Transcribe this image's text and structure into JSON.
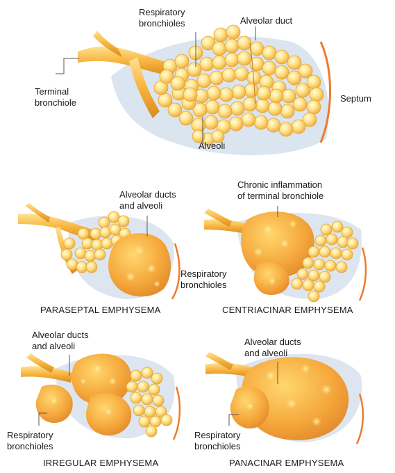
{
  "colors": {
    "airway_light": "#ffd978",
    "airway_mid": "#f6b23a",
    "airway_dark": "#d98a1e",
    "alveolus_light": "#fff2b0",
    "alveolus_mid": "#fbcf5a",
    "alveolus_edge": "#e3a234",
    "lesion_light": "#ffd36a",
    "lesion_mid": "#f3a53b",
    "lesion_dark": "#e0852a",
    "septum_line": "#ef7a2c",
    "shadow": "#c9d8e6",
    "leader_line": "#555555"
  },
  "panels": {
    "normal": {
      "labels": {
        "respiratory_bronchioles": "Respiratory\nbronchioles",
        "alveolar_duct": "Alveolar duct",
        "terminal_bronchiole": "Terminal\nbronchiole",
        "septum": "Septum",
        "alveoli": "Alveoli"
      }
    },
    "paraseptal": {
      "caption": "PARASEPTAL EMPHYSEMA",
      "labels": {
        "alveolar_ducts": "Alveolar ducts\nand alveoli",
        "respiratory_bronchioles": "Respiratory\nbronchioles"
      }
    },
    "centriacinar": {
      "caption": "CENTRIACINAR EMPHYSEMA",
      "labels": {
        "chronic_inflammation": "Chronic inflammation\nof terminal bronchiole"
      }
    },
    "irregular": {
      "caption": "IRREGULAR EMPHYSEMA",
      "labels": {
        "alveolar_ducts": "Alveolar ducts\nand alveoli",
        "respiratory_bronchioles": "Respiratory\nbronchioles"
      }
    },
    "panacinar": {
      "caption": "PANACINAR EMPHYSEMA",
      "labels": {
        "alveolar_ducts": "Alveolar ducts\nand alveoli",
        "respiratory_bronchioles": "Respiratory\nbronchioles"
      }
    }
  }
}
